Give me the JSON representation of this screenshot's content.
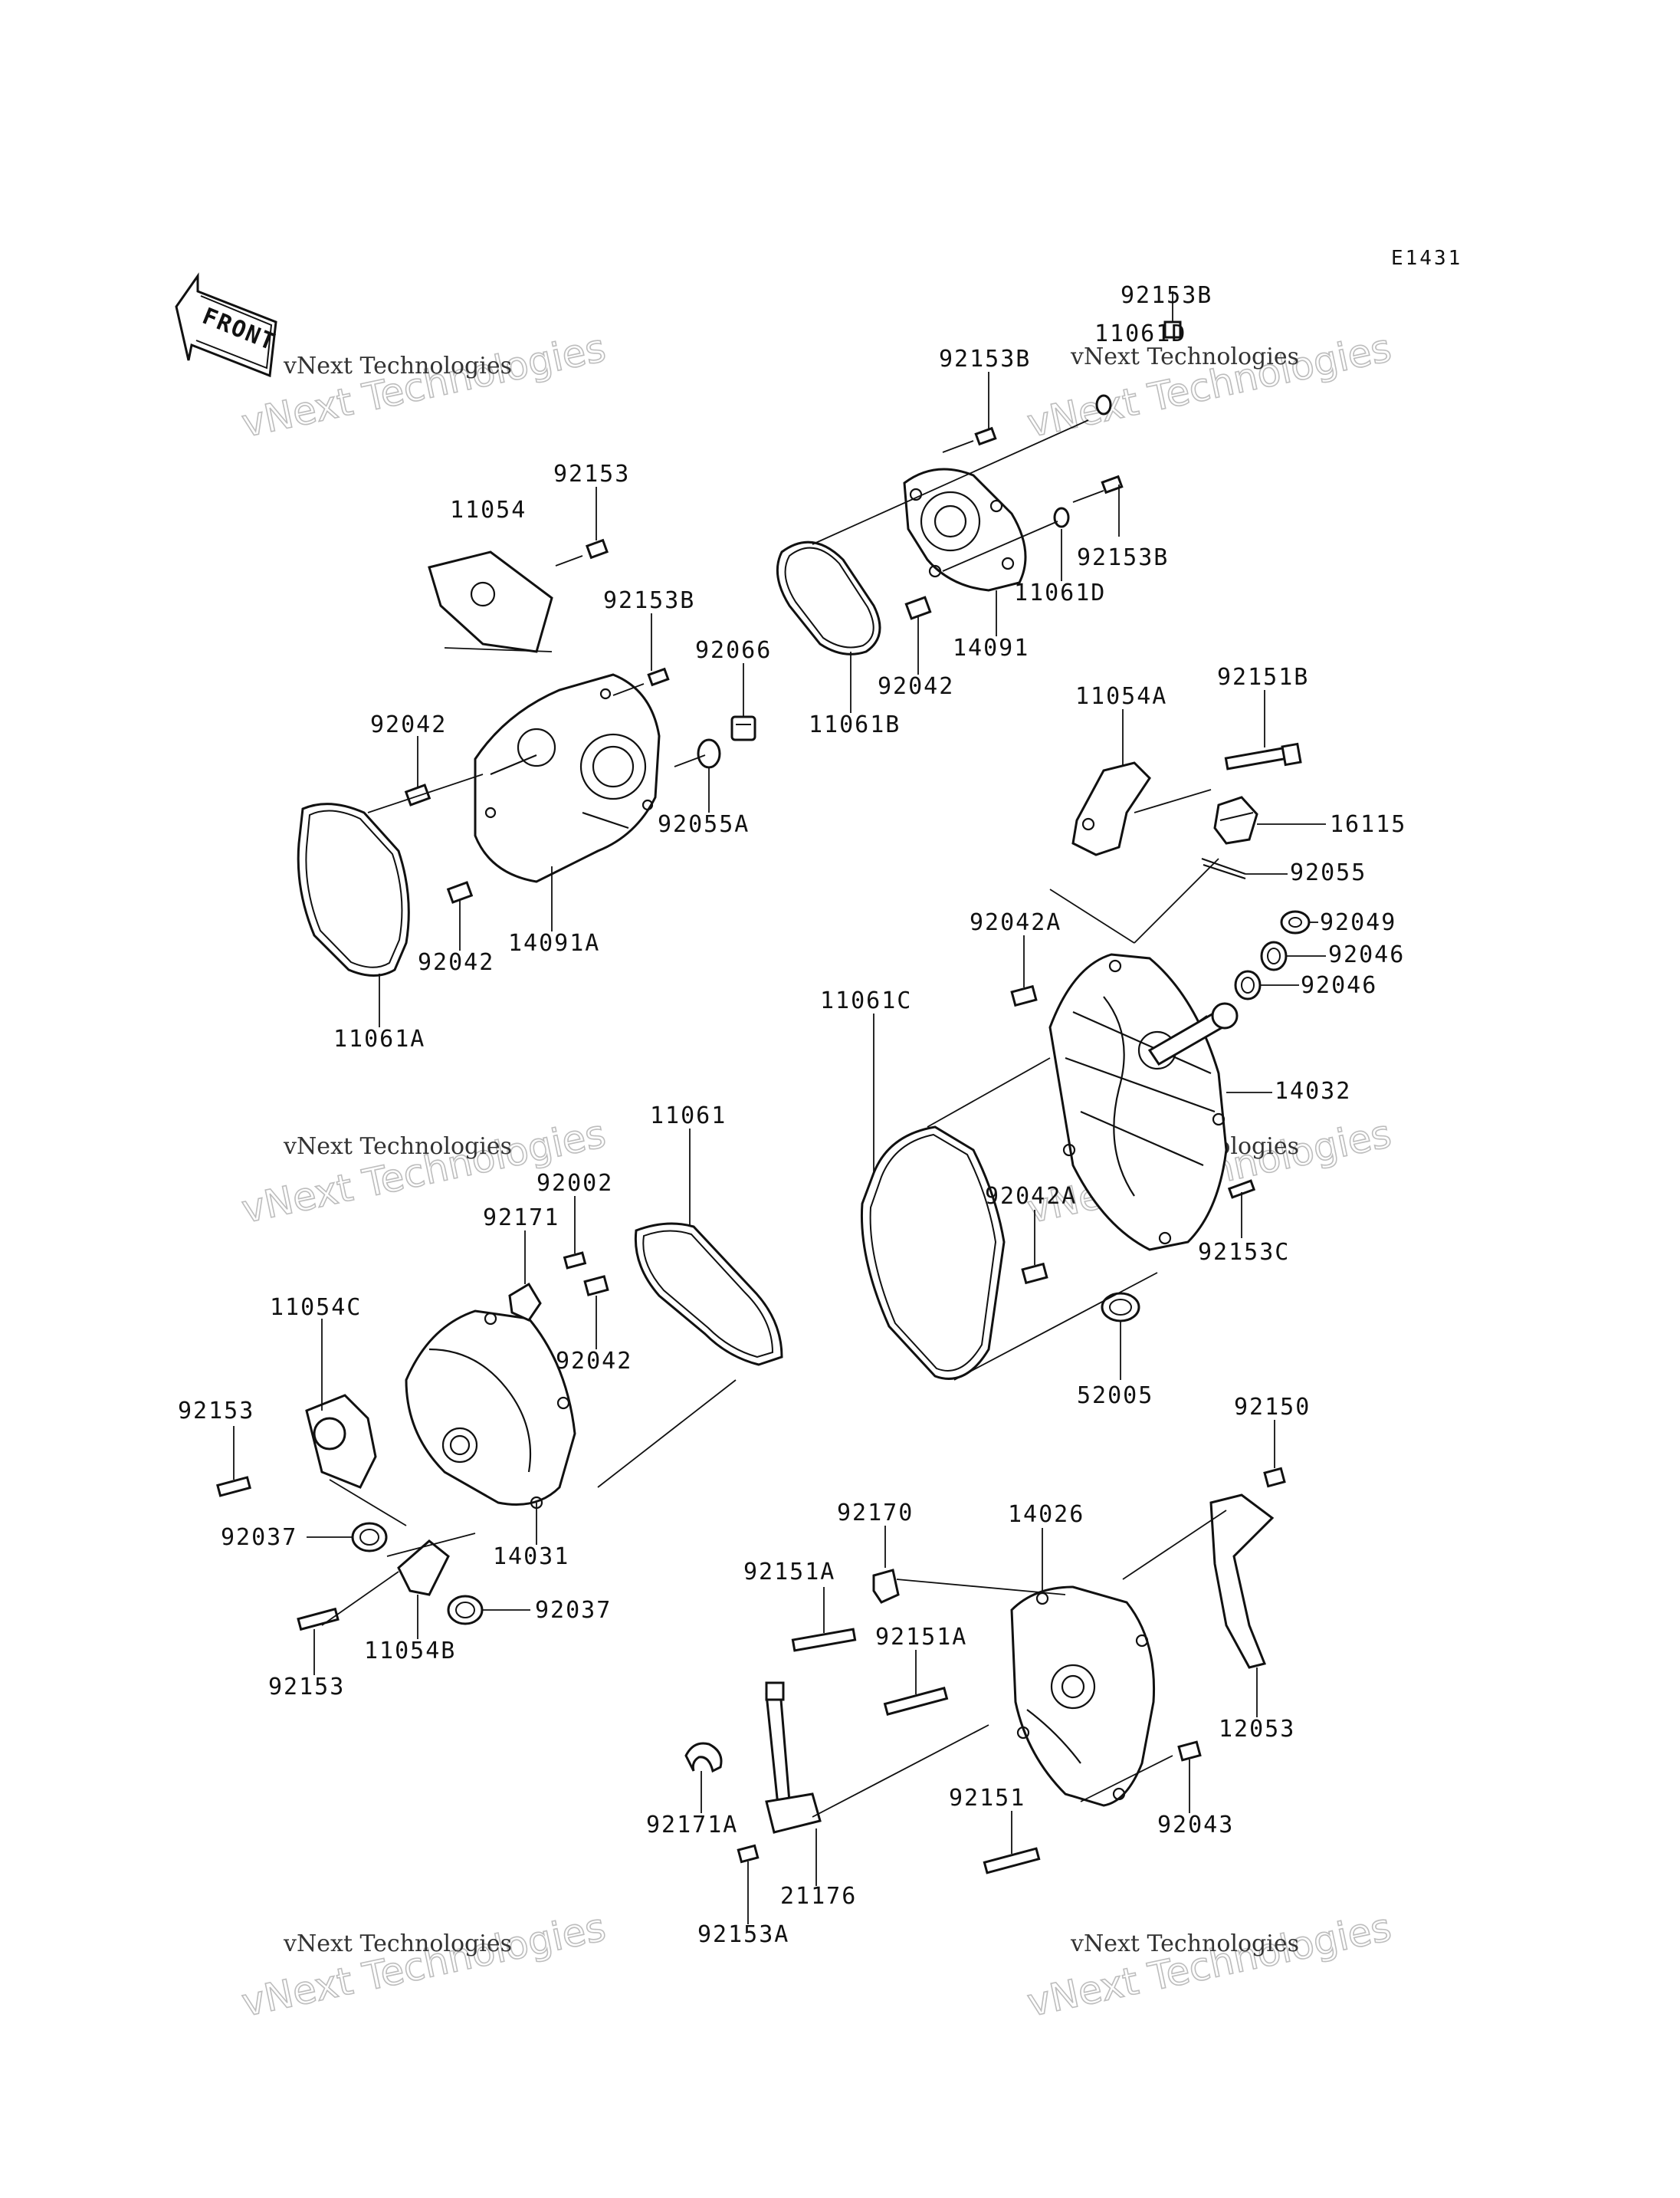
{
  "diagram_code": "E1431",
  "front_arrow_label": "FRONT",
  "watermarks": [
    {
      "line1": "vNext Technologies",
      "line2": "vNext Technologies"
    },
    {
      "line1": "vNext Technologies",
      "line2": "vNext Technologies"
    },
    {
      "line1": "vNext Technologies",
      "line2": "vNext Technologies"
    },
    {
      "line1": "vNext Technologies",
      "line2": "vNext Technologies"
    },
    {
      "line1": "vNext Technologies",
      "line2": "vNext Technologies"
    },
    {
      "line1": "vNext Technologies",
      "line2": "vNext Technologies"
    }
  ],
  "parts": {
    "p92153B_a": "92153B",
    "p11061D_a": "11061D",
    "p92153B_b": "92153B",
    "p92153B_c": "92153B",
    "p11061D_b": "11061D",
    "p14091": "14091",
    "p92042_a": "92042",
    "p11061B": "11061B",
    "p92153_a": "92153",
    "p11054": "11054",
    "p92153B_d": "92153B",
    "p92066": "92066",
    "p92042_b": "92042",
    "p92055A": "92055A",
    "p92042_c": "92042",
    "p14091A": "14091A",
    "p11061A": "11061A",
    "p11054A": "11054A",
    "p92151B": "92151B",
    "p16115": "16115",
    "p92055": "92055",
    "p92042A_a": "92042A",
    "p92049": "92049",
    "p92046_a": "92046",
    "p92046_b": "92046",
    "p11061C": "11061C",
    "p14032": "14032",
    "p92042A_b": "92042A",
    "p92153C": "92153C",
    "p52005": "52005",
    "p11061": "11061",
    "p92002": "92002",
    "p92171": "92171",
    "p11054C": "11054C",
    "p92042_d": "92042",
    "p92153_b": "92153",
    "p92037_a": "92037",
    "p14031": "14031",
    "p92037_b": "92037",
    "p92153_c": "92153",
    "p11054B": "11054B",
    "p92150": "92150",
    "p92170": "92170",
    "p14026": "14026",
    "p92151A_a": "92151A",
    "p92151A_b": "92151A",
    "p12053": "12053",
    "p92171A": "92171A",
    "p92151": "92151",
    "p92043": "92043",
    "p21176": "21176",
    "p92153A": "92153A"
  }
}
